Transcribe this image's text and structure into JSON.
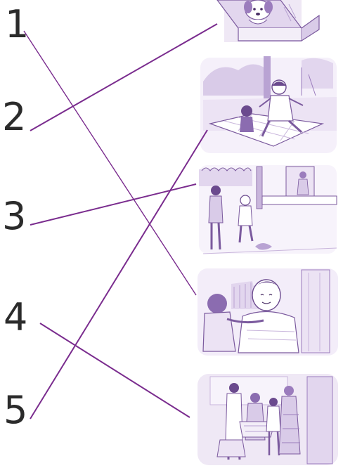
{
  "numbers": [
    "1",
    "2",
    "3",
    "4",
    "5"
  ],
  "colors": {
    "line": "#7a2c8e",
    "sketch": "#7b5a9e",
    "sketch_light": "#c9b6dc",
    "wash": "#efe8f5",
    "number": "#2b2b2b"
  },
  "pictures": [
    "puppy-in-box-picture",
    "kids-playing-on-mat-picture",
    "children-at-gate-picture",
    "father-hugging-child-picture",
    "family-group-picture"
  ],
  "matches": [
    {
      "number": "1",
      "picture": 4
    },
    {
      "number": "2",
      "picture": 1
    },
    {
      "number": "3",
      "picture": 3
    },
    {
      "number": "4",
      "picture": 5
    },
    {
      "number": "5",
      "picture": 2
    }
  ]
}
